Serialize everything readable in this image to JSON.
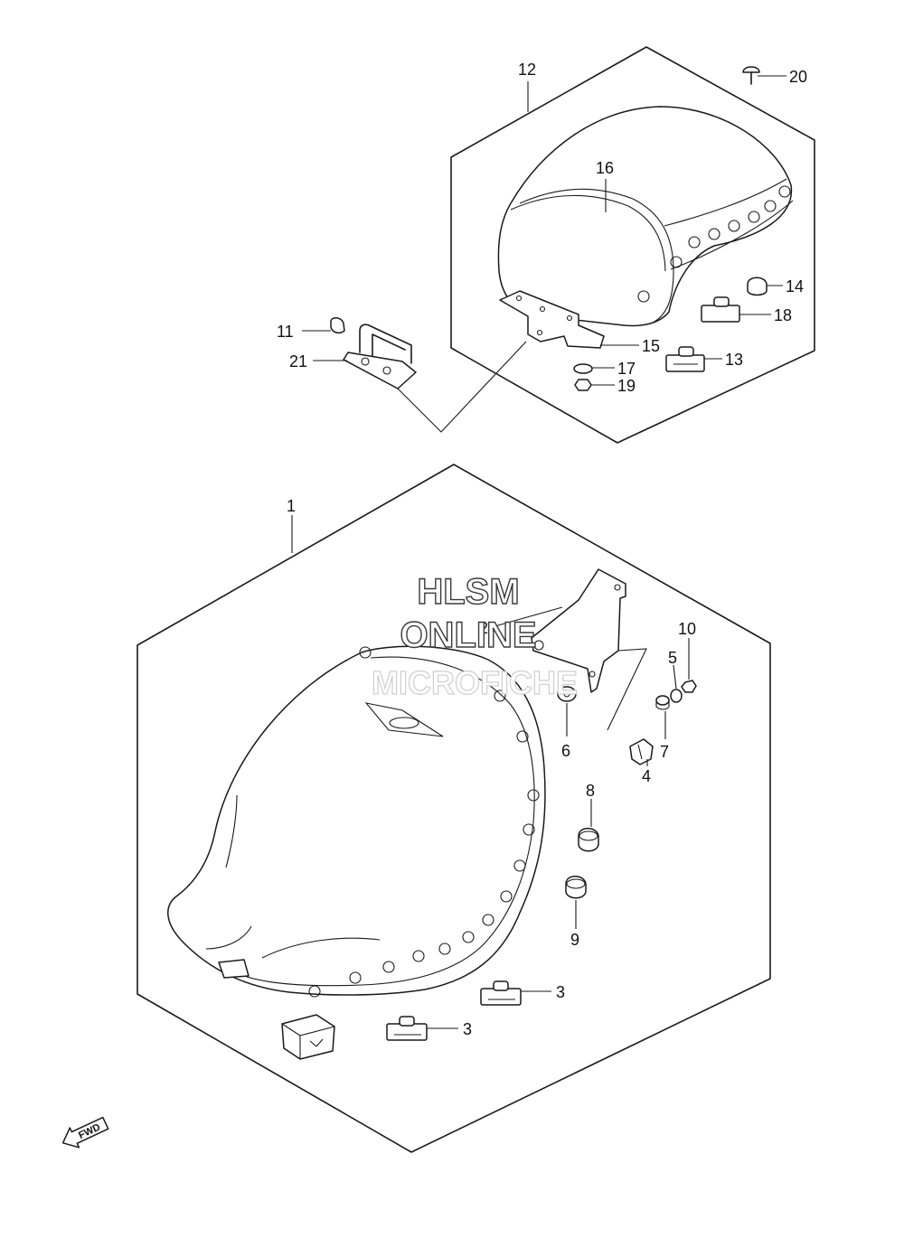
{
  "watermark": {
    "line1": "HLSM",
    "line2": "ONLINE",
    "line3": "MICROFICHE"
  },
  "fwd_label": "FWD",
  "callouts": {
    "c1": "1",
    "c2": "2",
    "c3a": "3",
    "c3b": "3",
    "c4": "4",
    "c5": "5",
    "c6": "6",
    "c7": "7",
    "c8": "8",
    "c9": "9",
    "c10": "10",
    "c11": "11",
    "c12": "12",
    "c13": "13",
    "c14": "14",
    "c15": "15",
    "c16": "16",
    "c17": "17",
    "c18": "18",
    "c19": "19",
    "c20": "20",
    "c21": "21"
  },
  "icons": [
    "fwd-arrow-icon"
  ]
}
